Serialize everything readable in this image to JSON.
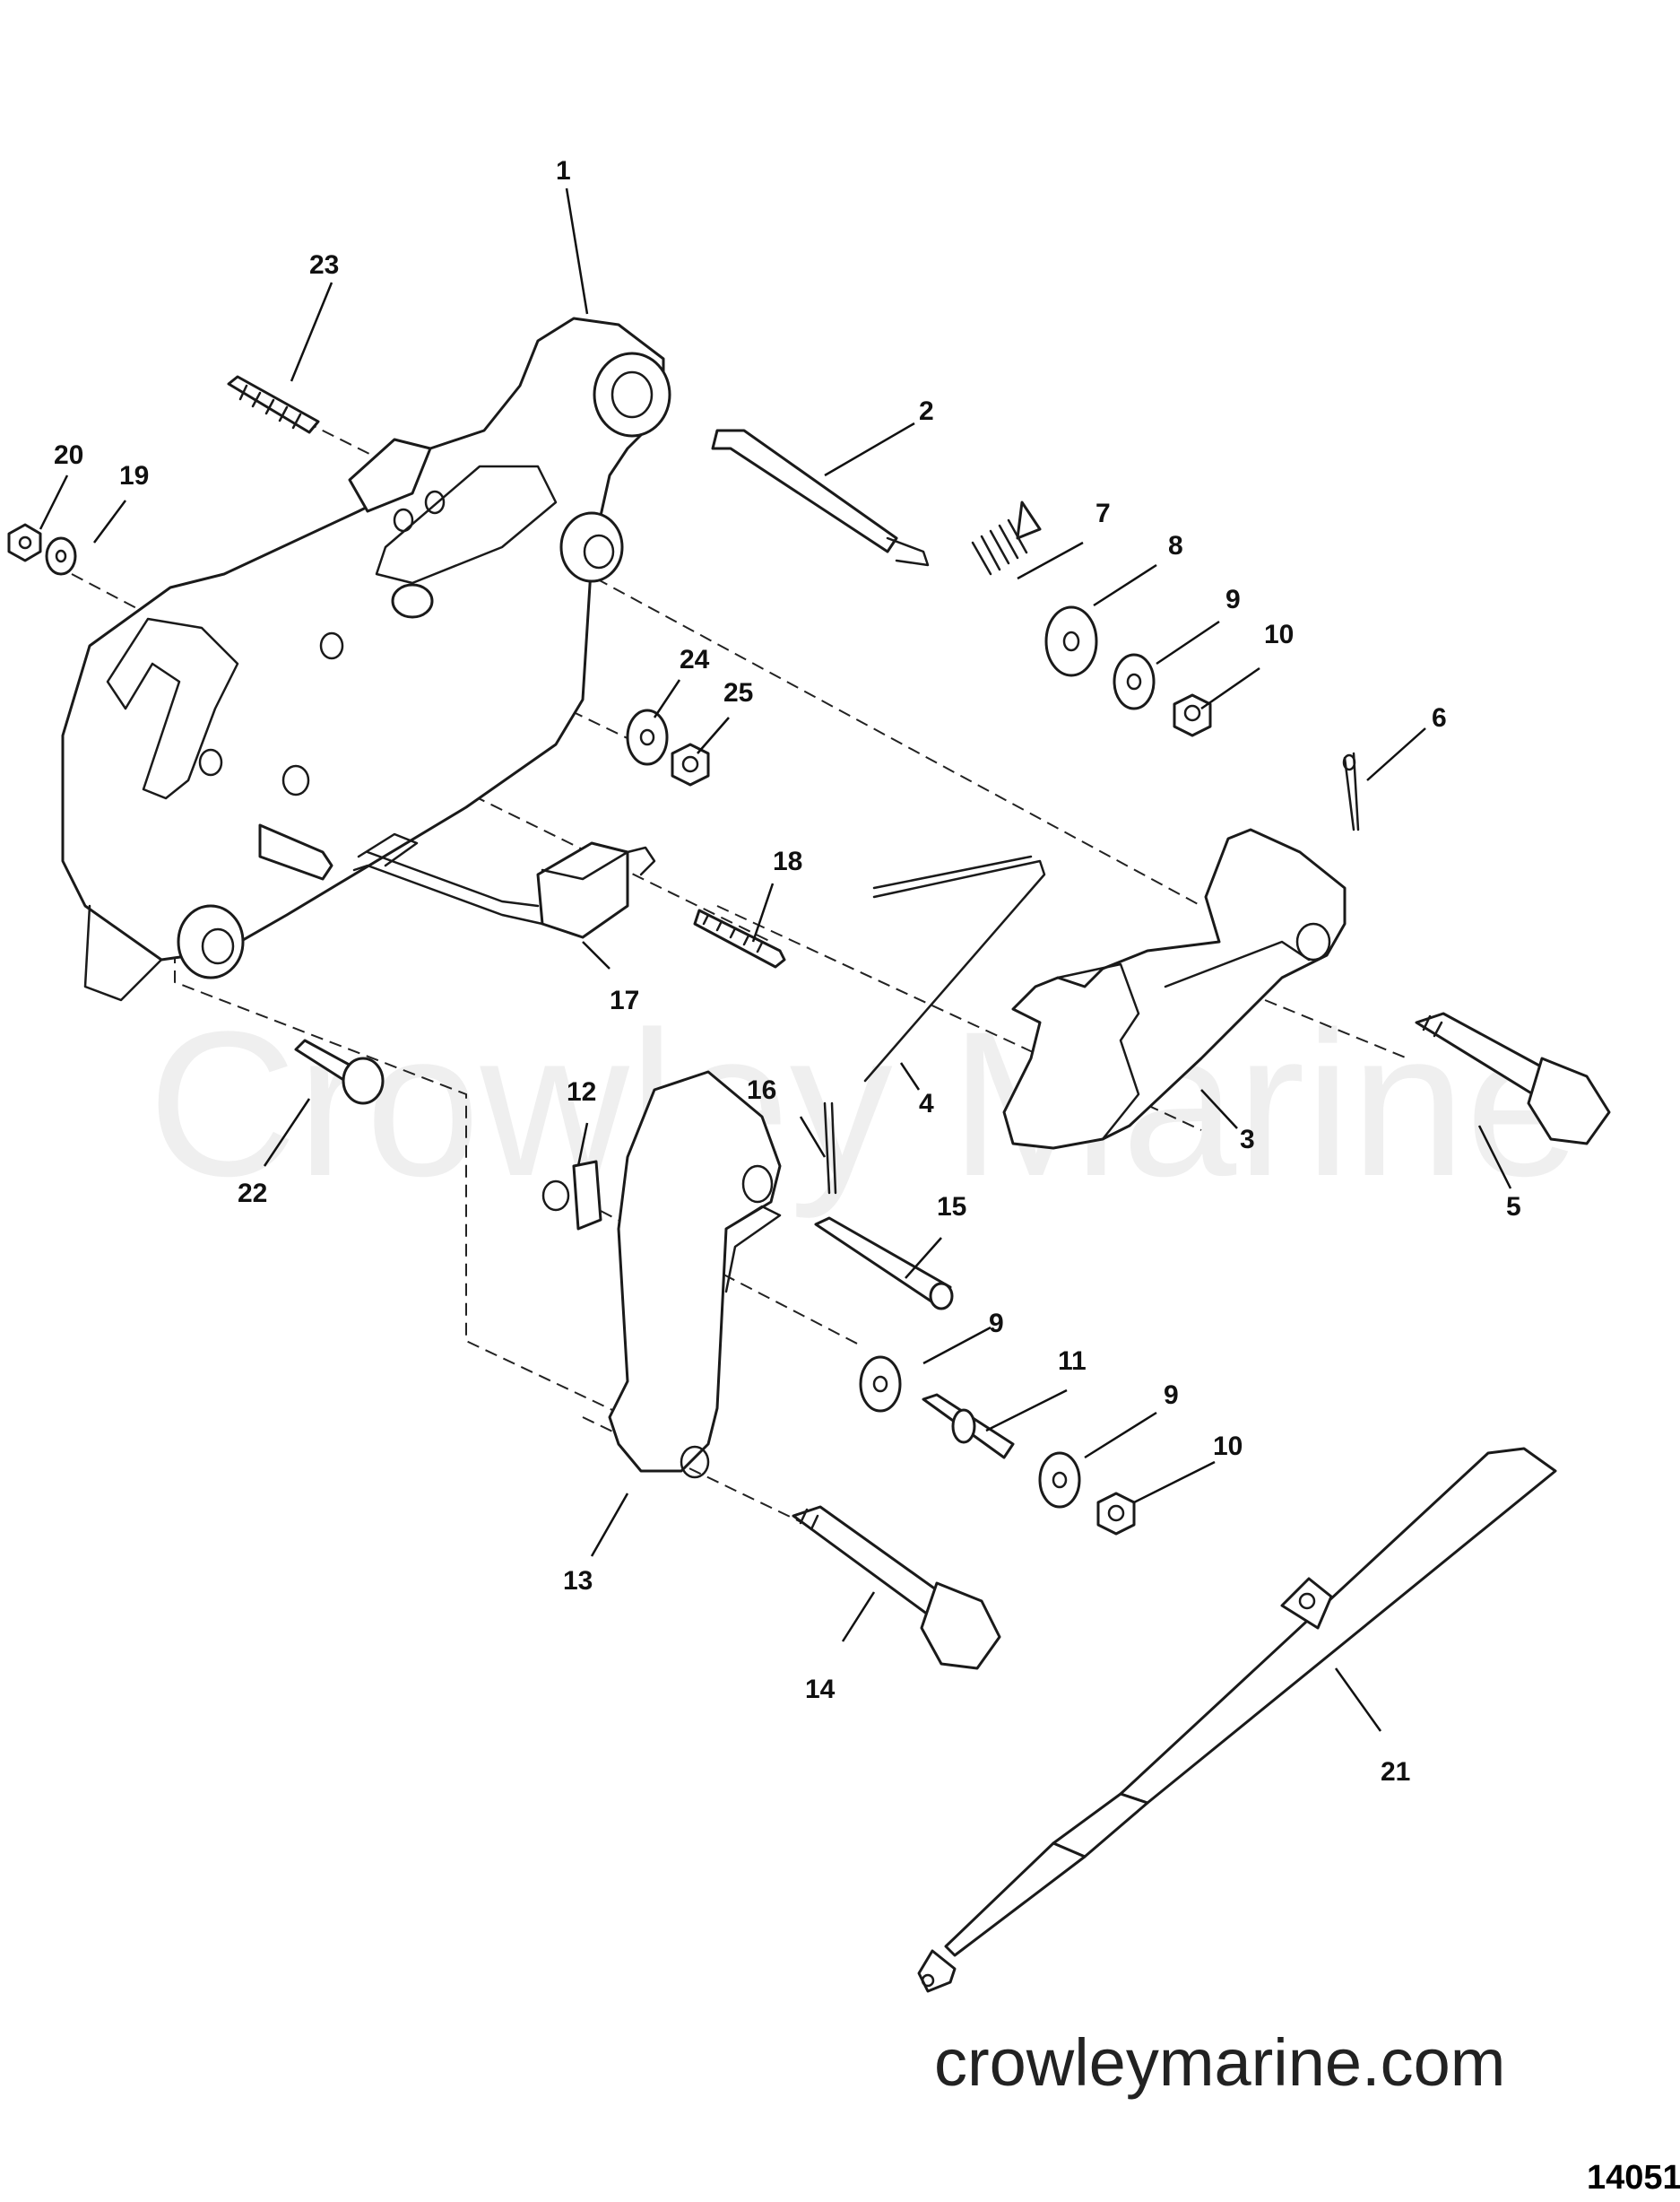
{
  "watermark": "Crowley Marine",
  "website": "crowleymarine.com",
  "diagram_id": "14051",
  "callouts": [
    "1",
    "2",
    "3",
    "4",
    "5",
    "6",
    "7",
    "8",
    "9",
    "10",
    "11",
    "12",
    "13",
    "14",
    "15",
    "16",
    "17",
    "18",
    "19",
    "20",
    "21",
    "22",
    "23",
    "24",
    "25",
    "9",
    "9",
    "10"
  ]
}
